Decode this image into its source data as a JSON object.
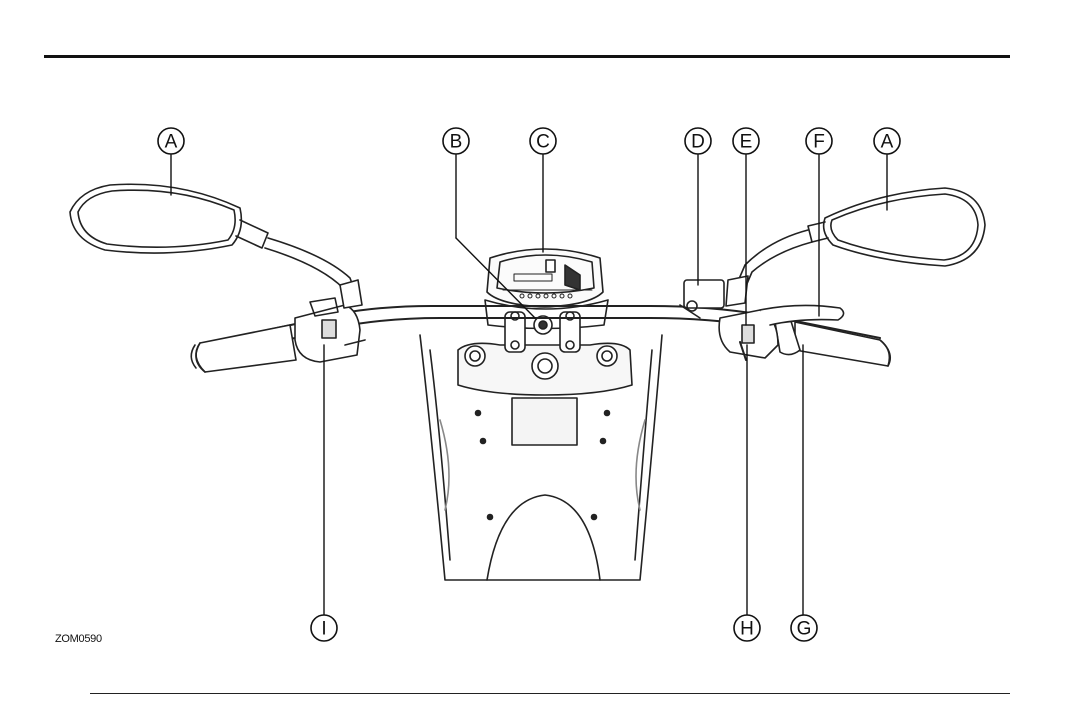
{
  "figure": {
    "id": "ZOM0590"
  },
  "callouts": {
    "a_left": "A",
    "b": "B",
    "c": "C",
    "d": "D",
    "e": "E",
    "f": "F",
    "a_right": "A",
    "g": "G",
    "h": "H",
    "i": "I"
  }
}
